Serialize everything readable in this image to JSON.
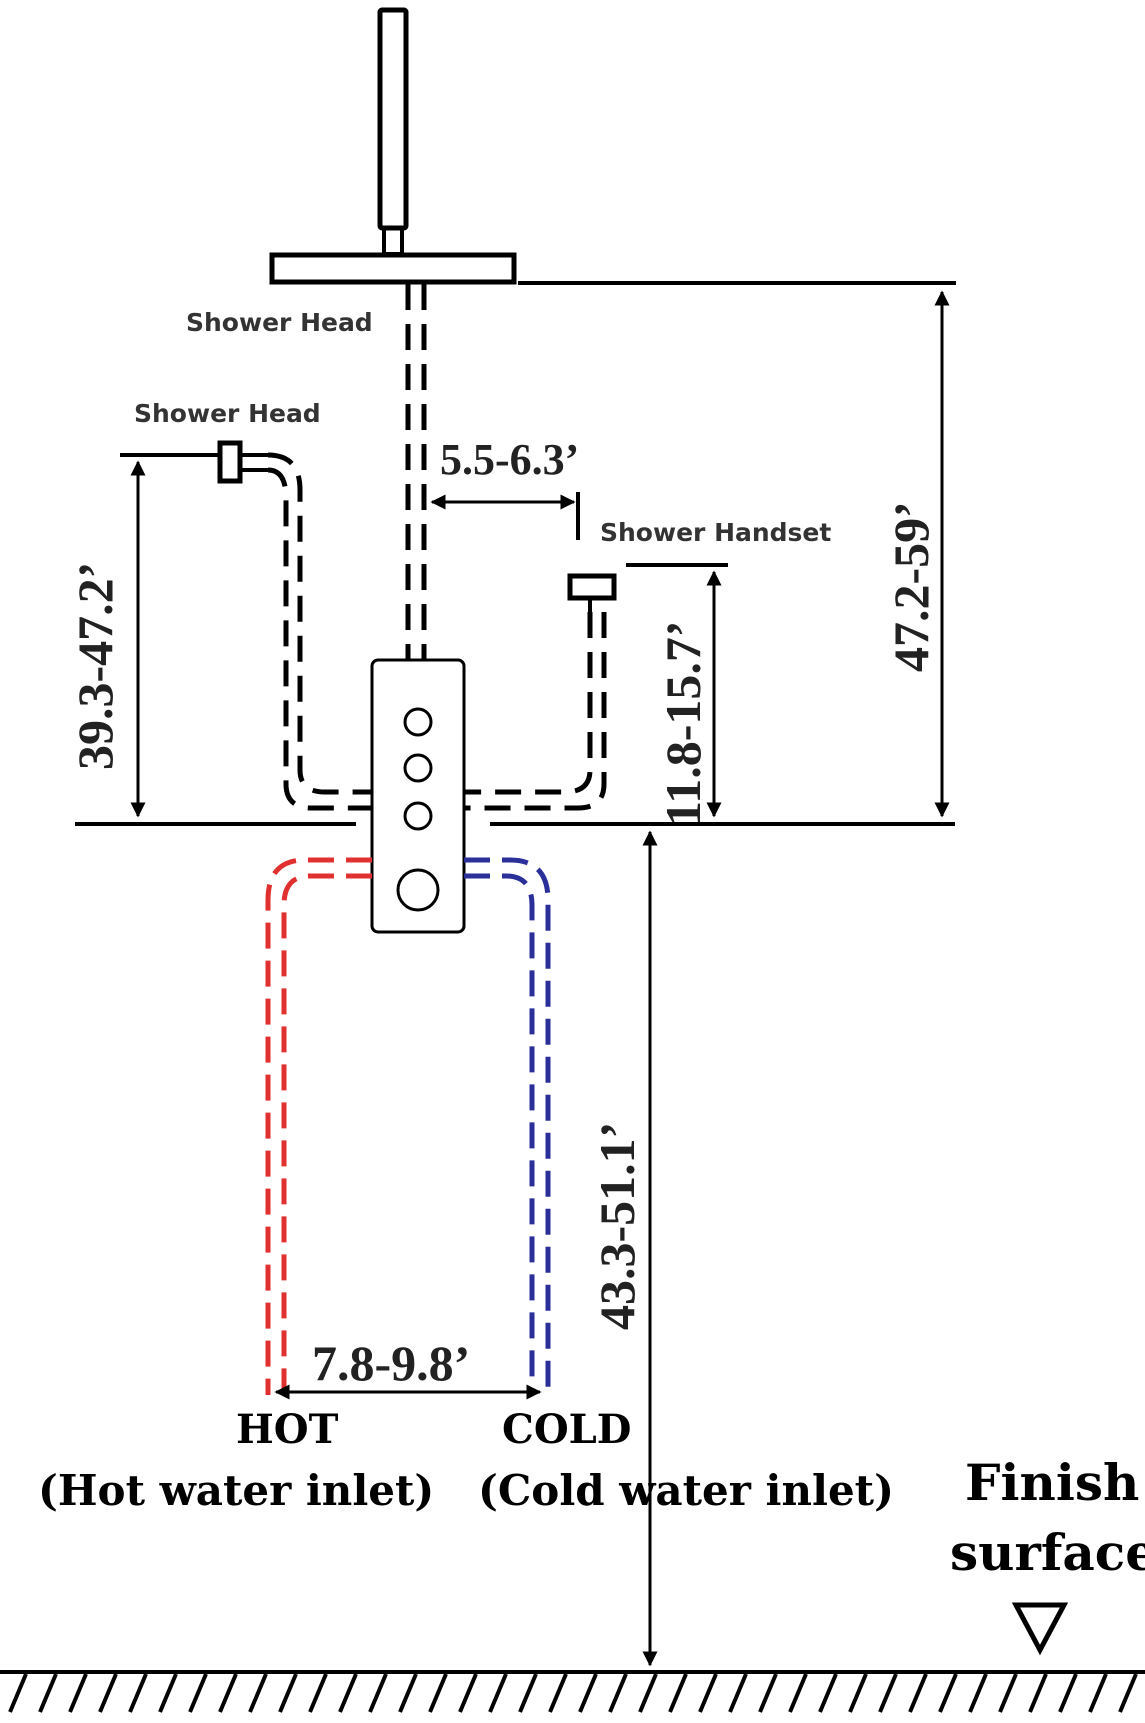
{
  "labels": {
    "shower_head_top": "Shower Head",
    "shower_head_side": "Shower Head",
    "shower_handset": "Shower Handset",
    "hot": "HOT",
    "cold": "COLD",
    "hot_inlet": "(Hot water inlet)",
    "cold_inlet": "(Cold water inlet)",
    "finish_line1": "Finish",
    "finish_line2": "surface"
  },
  "dimensions": {
    "handset_offset": "5.5-6.3’",
    "side_head_height": "39.3-47.2’",
    "top_head_height": "47.2-59’",
    "handset_height": "11.8-15.7’",
    "valve_height": "43.3-51.1’",
    "inlet_spacing": "7.8-9.8’"
  },
  "colors": {
    "hot": "#e03030",
    "cold": "#2a2f9a",
    "lines": "#000000"
  }
}
